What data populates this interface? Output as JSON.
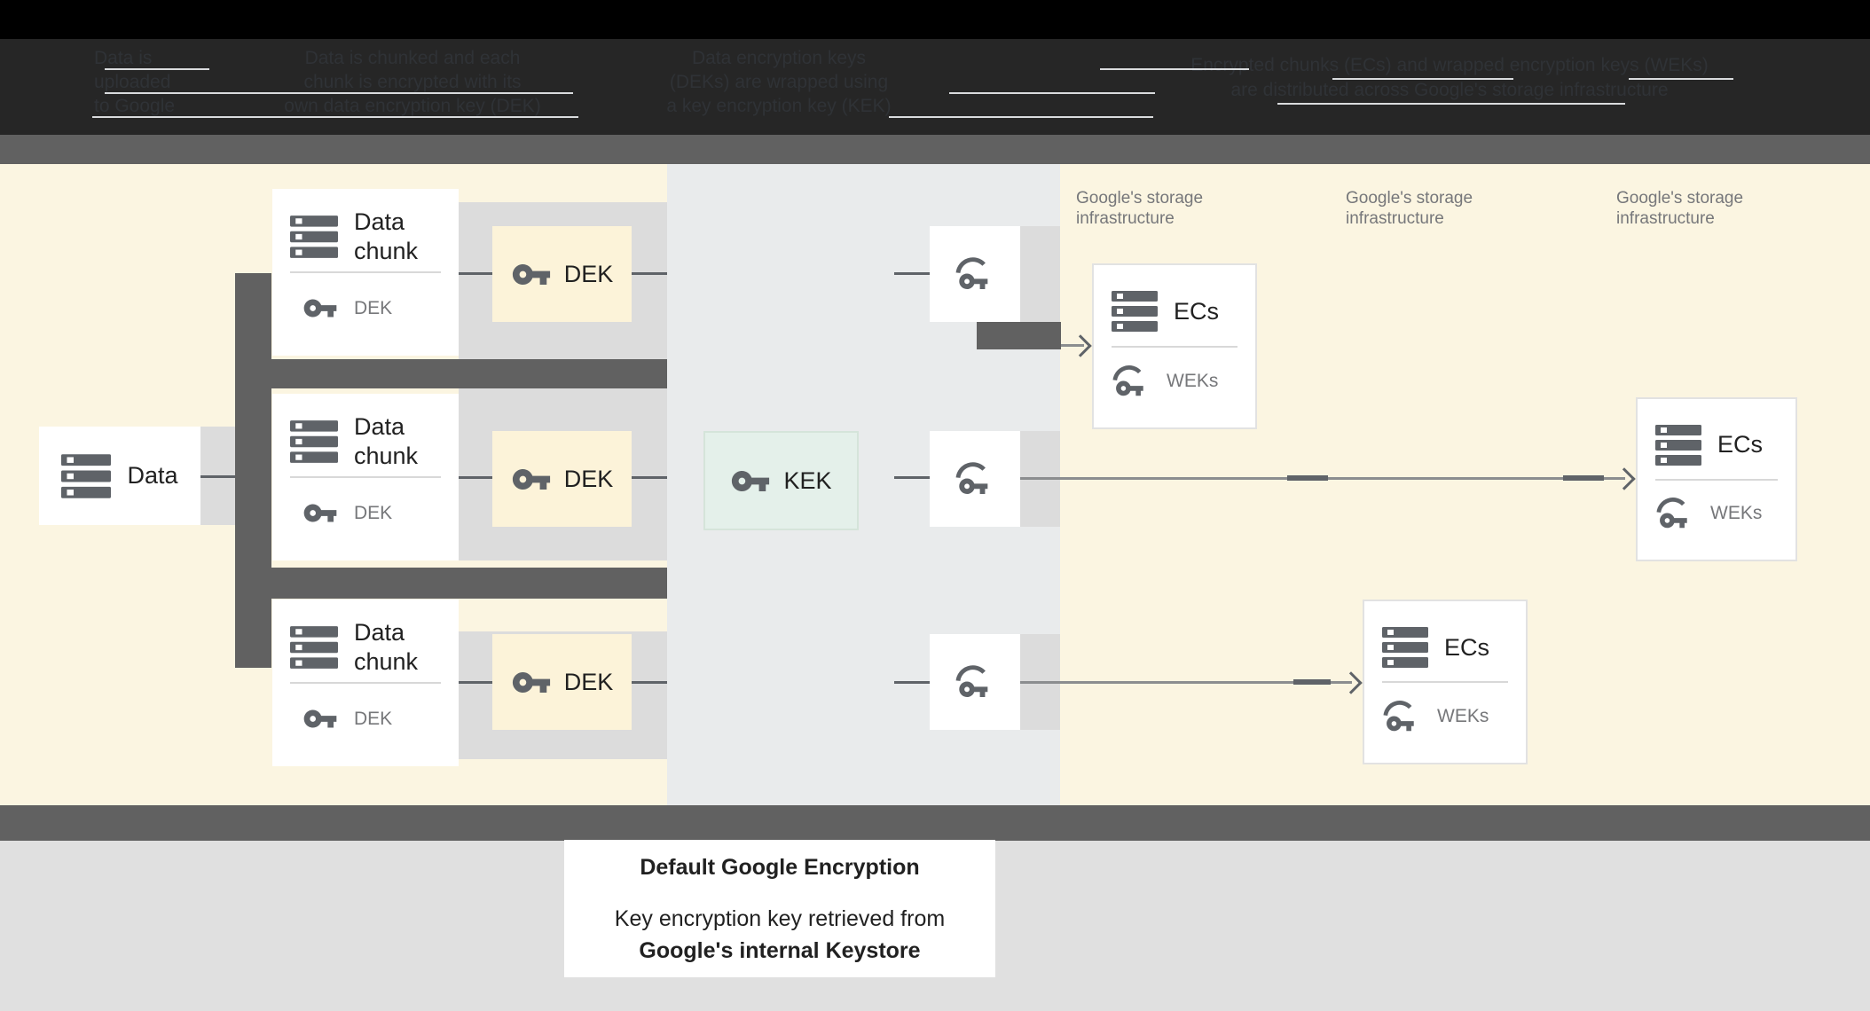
{
  "header": {
    "col1_line1": "Data is",
    "col1_line2": "uploaded",
    "col1_line3": "to Google",
    "col2_line1": "Data is chunked and each",
    "col2_line2": "chunk is encrypted with its",
    "col2_line3": "own data encryption key (DEK)",
    "col3_line1": "Data encryption keys",
    "col3_line2": "(DEKs) are wrapped using",
    "col3_line3": "a key encryption key (KEK)",
    "col4_line1": "Encrypted chunks (ECs) and wrapped encryption keys (WEKs)",
    "col4_line2": "are distributed across Google's storage infrastructure"
  },
  "diagram": {
    "data_label": "Data",
    "chunk_label": "Data chunk",
    "chunk_key_label": "DEK",
    "dek_label": "DEK",
    "kek_label": "KEK",
    "ecs_label": "ECs",
    "weks_label": "WEKs",
    "storage_label": "Google's storage infrastructure"
  },
  "footer": {
    "title": "Default Google Encryption",
    "line1": "Key encryption key retrieved from",
    "line2": "Google's internal Keystore"
  },
  "colors": {
    "top_band": "#262626",
    "section_bar": "#616161",
    "cream_zone": "#fbf5e1",
    "middle_zone": "#e9ebec",
    "track_gray": "#dcdcdc",
    "connector_dark": "#5f6368",
    "dek_fill": "#fcf3d9",
    "kek_fill": "#e4f0ea",
    "kek_border": "#d5e4da",
    "text_dark": "#212121",
    "text_gray": "#76777a",
    "footer_zone": "#e0e0e0"
  }
}
